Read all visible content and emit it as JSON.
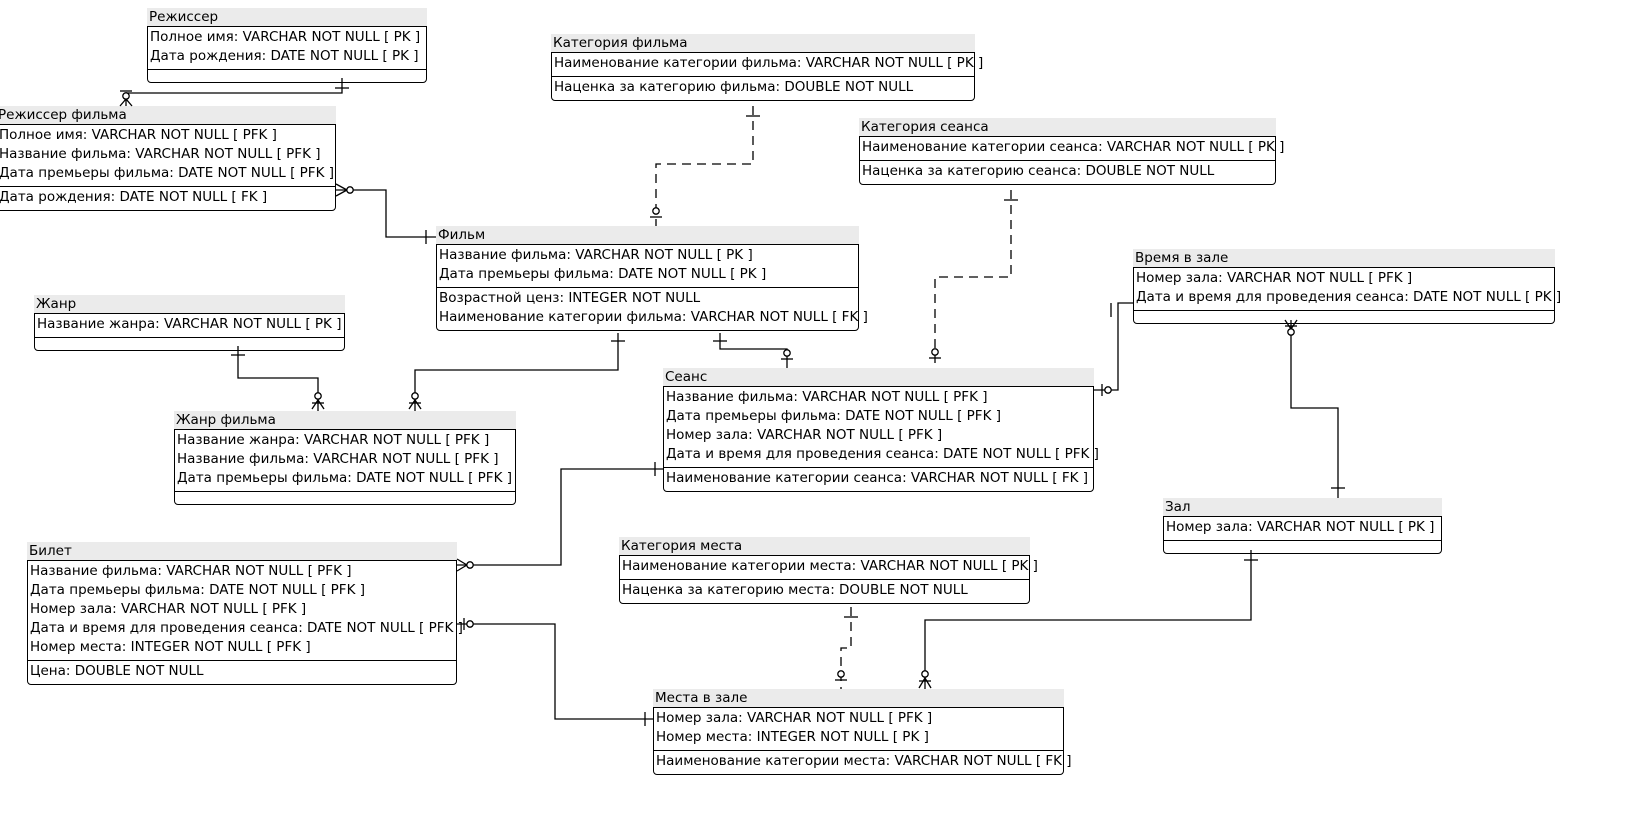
{
  "entities": {
    "rezhisser": {
      "title": "Режиссер",
      "pk_rows": [
        "Полное имя: VARCHAR   NOT NULL  [ PK ]",
        "Дата рождения: DATE   NOT NULL  [ PK ]"
      ],
      "attr_rows": []
    },
    "kategoriya_filma": {
      "title": "Категория фильма",
      "pk_rows": [
        "Наименование категории фильма: VARCHAR   NOT NULL  [ PK ]"
      ],
      "attr_rows": [
        "Наценка за категорию фильма: DOUBLE   NOT NULL"
      ]
    },
    "rezhisser_filma": {
      "title": "Режиссер фильма",
      "pk_rows": [
        "Полное имя: VARCHAR   NOT NULL  [ PFK ]",
        "Название фильма: VARCHAR   NOT NULL  [ PFK ]",
        "Дата премьеры фильма: DATE   NOT NULL  [ PFK ]"
      ],
      "attr_rows": [
        "Дата рождения: DATE   NOT NULL  [ FK ]"
      ]
    },
    "kategoriya_seansa": {
      "title": "Категория сеанса",
      "pk_rows": [
        "Наименование категории сеанса: VARCHAR   NOT NULL  [ PK ]"
      ],
      "attr_rows": [
        "Наценка за категорию сеанса: DOUBLE   NOT NULL"
      ]
    },
    "film": {
      "title": "Фильм",
      "pk_rows": [
        "Название фильма: VARCHAR   NOT NULL  [ PK ]",
        "Дата премьеры фильма: DATE   NOT NULL  [ PK ]"
      ],
      "attr_rows": [
        "Возрастной ценз: INTEGER   NOT NULL",
        "Наименование категории фильма: VARCHAR   NOT NULL  [ FK ]"
      ]
    },
    "vremya_v_zale": {
      "title": "Время в зале",
      "pk_rows": [
        "Номер зала: VARCHAR   NOT NULL  [ PFK ]",
        "Дата и время для проведения сеанса: DATE   NOT NULL  [ PK ]"
      ],
      "attr_rows": []
    },
    "zhanr": {
      "title": "Жанр",
      "pk_rows": [
        "Название жанра: VARCHAR   NOT NULL  [ PK ]"
      ],
      "attr_rows": []
    },
    "seans": {
      "title": "Сеанс",
      "pk_rows": [
        "Название фильма: VARCHAR   NOT NULL  [ PFK ]",
        "Дата премьеры фильма: DATE   NOT NULL  [ PFK ]",
        "Номер зала: VARCHAR   NOT NULL  [ PFK ]",
        "Дата и время для проведения сеанса: DATE   NOT NULL  [ PFK ]"
      ],
      "attr_rows": [
        "Наименование категории сеанса: VARCHAR   NOT NULL  [ FK ]"
      ]
    },
    "zhanr_filma": {
      "title": "Жанр фильма",
      "pk_rows": [
        "Название жанра: VARCHAR   NOT NULL  [ PFK ]",
        "Название фильма: VARCHAR   NOT NULL  [ PFK ]",
        "Дата премьеры фильма: DATE   NOT NULL  [ PFK ]"
      ],
      "attr_rows": []
    },
    "zal": {
      "title": "Зал",
      "pk_rows": [
        "Номер зала: VARCHAR   NOT NULL  [ PK ]"
      ],
      "attr_rows": []
    },
    "bilet": {
      "title": "Билет",
      "pk_rows": [
        "Название фильма: VARCHAR   NOT NULL  [ PFK ]",
        "Дата премьеры фильма: DATE   NOT NULL  [ PFK ]",
        "Номер зала: VARCHAR   NOT NULL  [ PFK ]",
        "Дата и время для проведения сеанса: DATE   NOT NULL  [ PFK ]",
        "Номер места: INTEGER   NOT NULL  [ PFK ]"
      ],
      "attr_rows": [
        "Цена: DOUBLE   NOT NULL"
      ]
    },
    "kategoriya_mesta": {
      "title": "Категория места",
      "pk_rows": [
        "Наименование категории места: VARCHAR   NOT NULL  [ PK ]"
      ],
      "attr_rows": [
        "Наценка за категорию места: DOUBLE   NOT NULL"
      ]
    },
    "mesta_v_zale": {
      "title": "Места в зале",
      "pk_rows": [
        "Номер зала: VARCHAR   NOT NULL  [ PFK ]",
        "Номер места: INTEGER   NOT NULL  [ PK ]"
      ],
      "attr_rows": [
        "Наименование категории места: VARCHAR   NOT NULL  [ FK ]"
      ]
    }
  },
  "relationships": [
    {
      "from": "rezhisser",
      "to": "rezhisser_filma",
      "style": "solid",
      "parent_end": "one",
      "child_end": "zero-or-many"
    },
    {
      "from": "film",
      "to": "rezhisser_filma",
      "style": "solid",
      "parent_end": "one",
      "child_end": "zero-or-many"
    },
    {
      "from": "kategoriya_filma",
      "to": "film",
      "style": "dashed",
      "parent_end": "one",
      "child_end": "zero-or-one"
    },
    {
      "from": "kategoriya_seansa",
      "to": "seans",
      "style": "dashed",
      "parent_end": "one",
      "child_end": "zero-or-one"
    },
    {
      "from": "film",
      "to": "seans",
      "style": "solid",
      "parent_end": "one",
      "child_end": "zero-or-one"
    },
    {
      "from": "vremya_v_zale",
      "to": "seans",
      "style": "solid",
      "parent_end": "one",
      "child_end": "zero-or-one"
    },
    {
      "from": "zal",
      "to": "vremya_v_zale",
      "style": "solid",
      "parent_end": "one",
      "child_end": "zero-or-many"
    },
    {
      "from": "zhanr",
      "to": "zhanr_filma",
      "style": "solid",
      "parent_end": "one",
      "child_end": "zero-or-many"
    },
    {
      "from": "film",
      "to": "zhanr_filma",
      "style": "solid",
      "parent_end": "one",
      "child_end": "zero-or-many"
    },
    {
      "from": "seans",
      "to": "bilet",
      "style": "solid",
      "parent_end": "one",
      "child_end": "zero-or-many"
    },
    {
      "from": "mesta_v_zale",
      "to": "bilet",
      "style": "solid",
      "parent_end": "one",
      "child_end": "zero-or-one"
    },
    {
      "from": "kategoriya_mesta",
      "to": "mesta_v_zale",
      "style": "dashed",
      "parent_end": "one",
      "child_end": "zero-or-one"
    },
    {
      "from": "zal",
      "to": "mesta_v_zale",
      "style": "solid",
      "parent_end": "one",
      "child_end": "zero-or-many"
    }
  ]
}
